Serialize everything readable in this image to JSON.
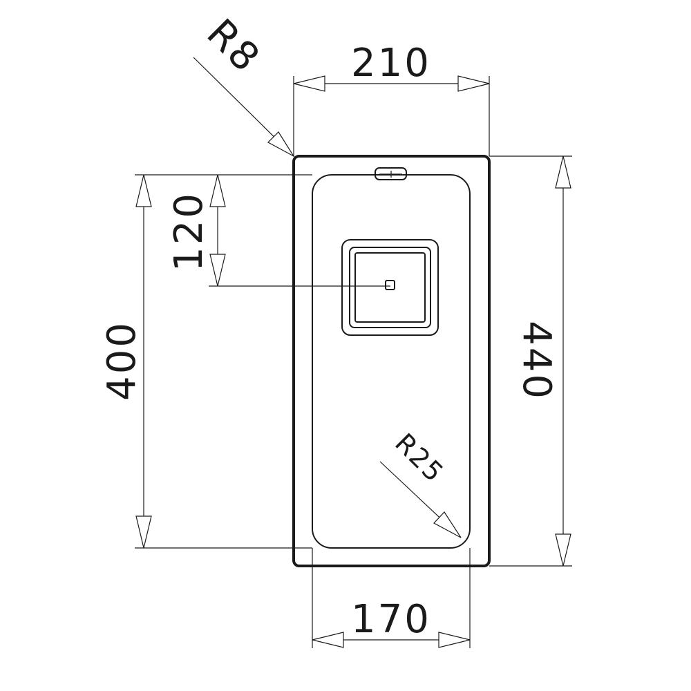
{
  "dimensions": {
    "outer_width": "210",
    "inner_width": "170",
    "outer_height": "440",
    "inner_height": "400",
    "drain_offset": "120",
    "outer_radius": "R8",
    "inner_radius": "R25"
  }
}
